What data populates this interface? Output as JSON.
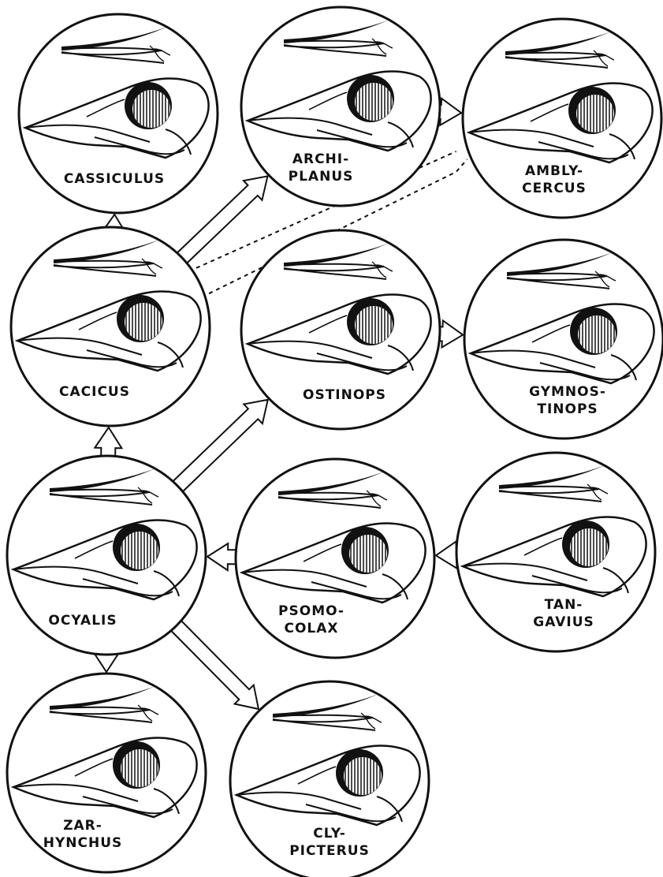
{
  "genera": [
    {
      "id": "cassiculus",
      "lines": [
        "CASSICULUS"
      ]
    },
    {
      "id": "archiplanus",
      "lines": [
        "ARCHI-",
        "PLANUS"
      ]
    },
    {
      "id": "amblycercus",
      "lines": [
        "AMBLY-",
        "CERCUS"
      ]
    },
    {
      "id": "cacicus",
      "lines": [
        "CACICUS"
      ]
    },
    {
      "id": "ostinops",
      "lines": [
        "OSTINOPS"
      ]
    },
    {
      "id": "gymnostinops",
      "lines": [
        "GYMNOS-",
        "TINOPS"
      ]
    },
    {
      "id": "ocyalis",
      "lines": [
        "OCYALIS"
      ]
    },
    {
      "id": "psomocolax",
      "lines": [
        "PSOMO-",
        "COLAX"
      ]
    },
    {
      "id": "tangavius",
      "lines": [
        "TAN-",
        "GAVIUS"
      ]
    },
    {
      "id": "zarhynchus",
      "lines": [
        "ZAR-",
        "HYNCHUS"
      ]
    },
    {
      "id": "clypicterus",
      "lines": [
        "CLY-",
        "PICTERUS"
      ]
    }
  ],
  "relationships": [
    {
      "from": "cacicus",
      "to": "cassiculus",
      "style": "solid"
    },
    {
      "from": "cacicus",
      "to": "archiplanus",
      "style": "solid"
    },
    {
      "from": "cacicus",
      "to": "amblycercus",
      "style": "dashed"
    },
    {
      "from": "archiplanus",
      "to": "amblycercus",
      "style": "solid"
    },
    {
      "from": "ostinops",
      "to": "gymnostinops",
      "style": "solid"
    },
    {
      "from": "ocyalis",
      "to": "cacicus",
      "style": "solid"
    },
    {
      "from": "ocyalis",
      "to": "ostinops",
      "style": "solid"
    },
    {
      "from": "psomocolax",
      "to": "ocyalis",
      "style": "solid"
    },
    {
      "from": "tangavius",
      "to": "psomocolax",
      "style": "solid"
    },
    {
      "from": "ocyalis",
      "to": "zarhynchus",
      "style": "solid"
    },
    {
      "from": "ocyalis",
      "to": "clypicterus",
      "style": "solid"
    }
  ]
}
